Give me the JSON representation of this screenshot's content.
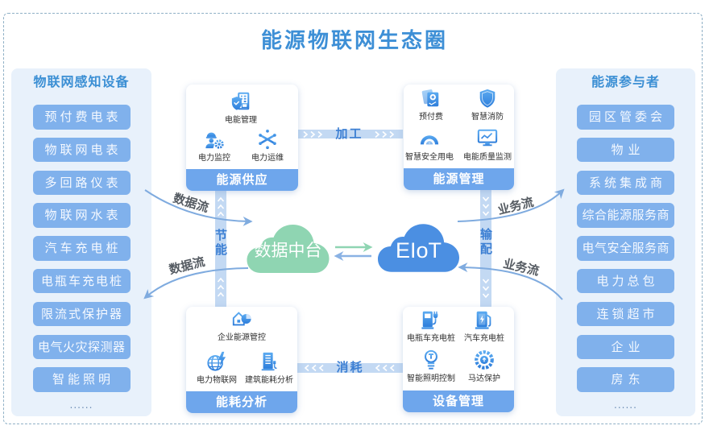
{
  "title": "能源物联网生态圈",
  "left_panel": {
    "title": "物联网感知设备",
    "items": [
      "预付费电表",
      "物联网电表",
      "多回路仪表",
      "物联网水表",
      "汽车充电桩",
      "电瓶车充电桩",
      "限流式保护器",
      "电气火灾探测器",
      "智能照明"
    ],
    "more": "......"
  },
  "right_panel": {
    "title": "能源参与者",
    "items": [
      "园区管委会",
      "物业",
      "系统集成商",
      "综合能源服务商",
      "电气安全服务商",
      "电力总包",
      "连锁超市",
      "企业",
      "房东"
    ],
    "more": "......"
  },
  "modules": {
    "energy_supply": {
      "title": "能源供应",
      "features": [
        {
          "label": "电能管理",
          "icon": "building-shield-icon"
        },
        {
          "label": "电力监控",
          "icon": "worker-gear-icon"
        },
        {
          "label": "电力运维",
          "icon": "snowflake-icon"
        }
      ]
    },
    "energy_management": {
      "title": "能源管理",
      "features": [
        {
          "label": "预付费",
          "icon": "prepaid-card-icon"
        },
        {
          "label": "智慧消防",
          "icon": "shield-icon"
        },
        {
          "label": "智慧安全用电",
          "icon": "gauge-icon"
        },
        {
          "label": "电能质量监测",
          "icon": "monitor-chart-icon"
        }
      ]
    },
    "consumption_analysis": {
      "title": "能耗分析",
      "features": [
        {
          "label": "企业能源管控",
          "icon": "house-pie-icon"
        },
        {
          "label": "电力物联网",
          "icon": "globe-lightning-icon"
        },
        {
          "label": "建筑能耗分析",
          "icon": "building-plug-icon"
        }
      ]
    },
    "device_management": {
      "title": "设备管理",
      "features": [
        {
          "label": "电瓶车充电桩",
          "icon": "ev-charger-plug-icon"
        },
        {
          "label": "汽车充电桩",
          "icon": "charging-station-icon"
        },
        {
          "label": "智能照明控制",
          "icon": "light-bulb-icon"
        },
        {
          "label": "马达保护",
          "icon": "motor-gear-icon"
        }
      ]
    }
  },
  "connectors": {
    "processing": "加工",
    "consumption": "消耗",
    "energy_saving": "节能",
    "distribution": "输配"
  },
  "hubs": {
    "data_platform": "数据中台",
    "eiot": "EIoT"
  },
  "flows": {
    "data_flow_in": "数据流",
    "data_flow_out": "数据流",
    "business_flow_out": "业务流",
    "business_flow_in": "业务流"
  },
  "colors": {
    "title": "#3d8fd6",
    "panel_background": "#e8f1fb",
    "panel_item": "#80b1ec",
    "module_footer": "#6ea6ec",
    "connector_bar": "#c3d9f3",
    "connector_text": "#3c7fd3",
    "data_platform_cloud": "#8fd5b2",
    "eiot_cloud": "#4b8fe2",
    "flow_arrow": "#7fabdf"
  }
}
